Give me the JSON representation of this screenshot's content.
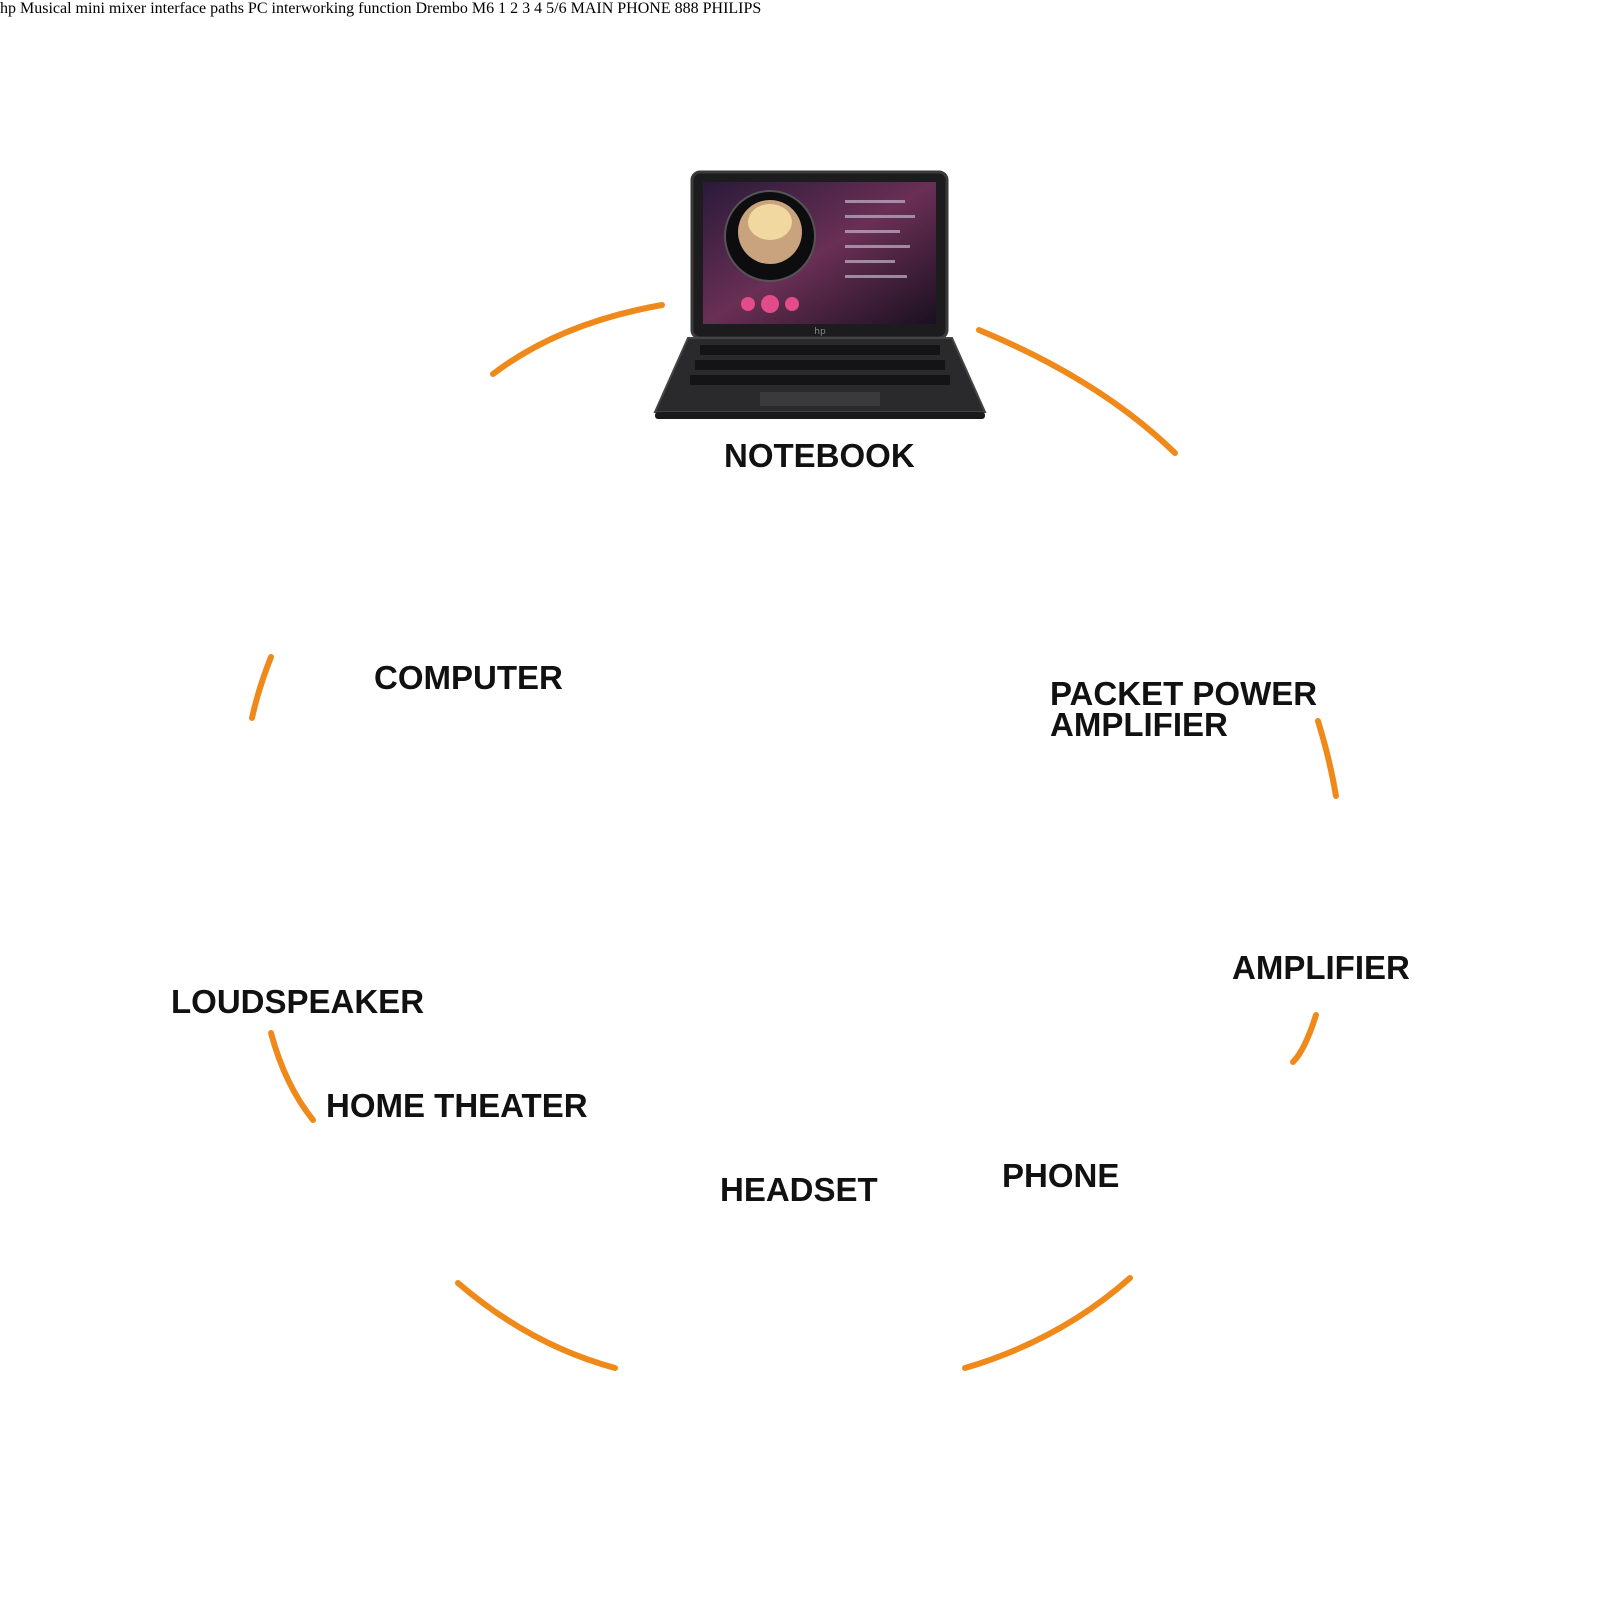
{
  "colors": {
    "connector": "#ef8a1a",
    "device_dark": "#1c1c1e",
    "loudspeaker_red": "#b5121b",
    "mixer_accent": "#2d7fd0"
  },
  "labels": {
    "notebook": "NOTEBOOK",
    "computer": "COMPUTER",
    "packet_power_amplifier": [
      "PACKET POWER",
      "AMPLIFIER"
    ],
    "amplifier": "AMPLIFIER",
    "loudspeaker": "LOUDSPEAKER",
    "home_theater": "HOME THEATER",
    "headset": "HEADSET",
    "phone": "PHONE"
  },
  "devices": {
    "notebook_brand": "hp",
    "computer_brand": "hp",
    "mixer_banner": "Musical mini mixer interface paths PC interworking function",
    "mixer_brand": "Drembo",
    "mixer_model": "M6",
    "mixer_bottom": [
      "1",
      "2",
      "3",
      "4",
      "5/6",
      "MAIN",
      "PHONE"
    ],
    "speaker_display": "888",
    "theater_brand": "PHILIPS"
  }
}
